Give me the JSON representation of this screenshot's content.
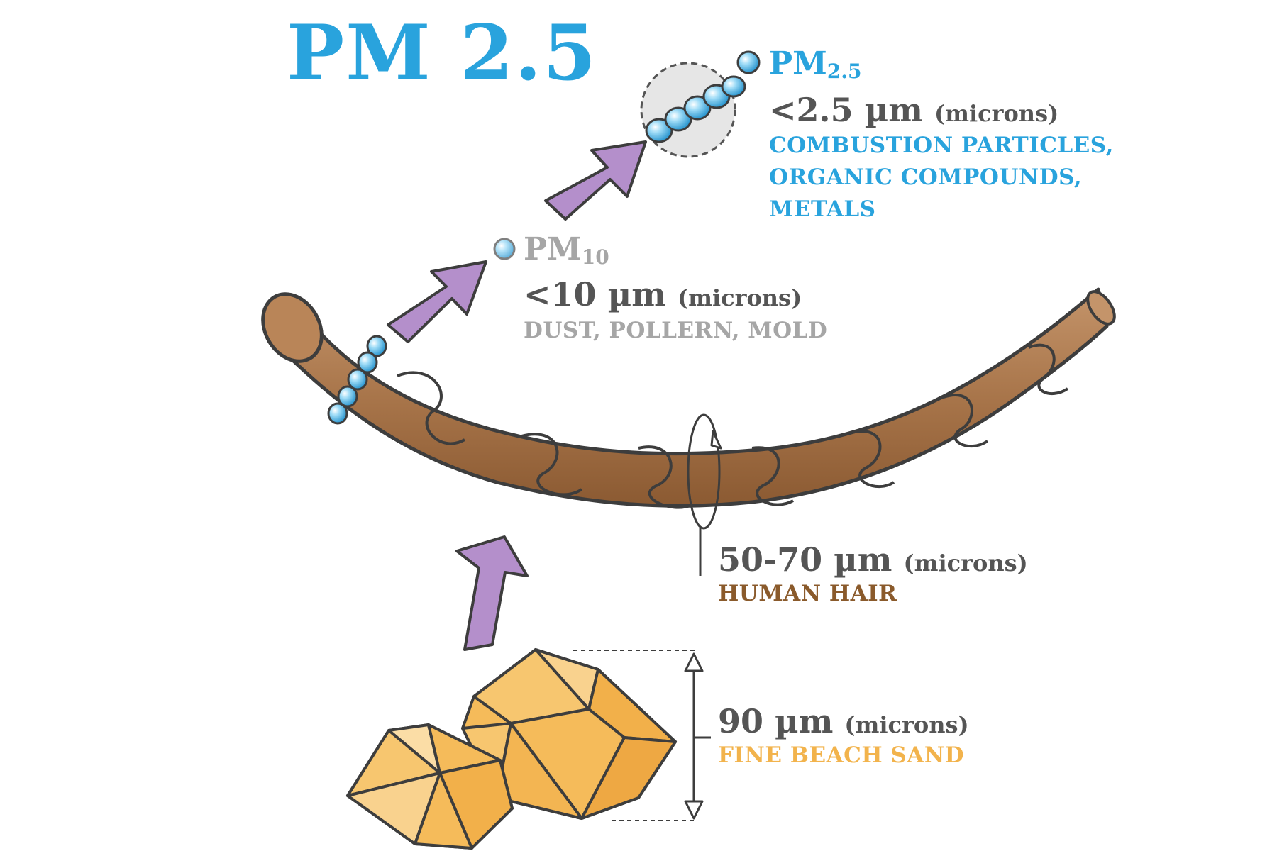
{
  "title": "PM 2.5",
  "pm25": {
    "name": "PM",
    "sub": "2.5",
    "size": "<2.5 µm",
    "unit": "(microns)",
    "desc": [
      "COMBUSTION PARTICLES,",
      "ORGANIC COMPOUNDS,",
      "METALS"
    ]
  },
  "pm10": {
    "name": "PM",
    "sub": "10",
    "size": "<10 µm",
    "unit": "(microns)",
    "desc": [
      "DUST, POLLERN, MOLD"
    ]
  },
  "hair": {
    "size": "50-70 µm",
    "unit": "(microns)",
    "desc": [
      "HUMAN HAIR"
    ]
  },
  "sand": {
    "size": "90 µm",
    "unit": "(microns)",
    "desc": [
      "FINE BEACH SAND"
    ]
  },
  "colors": {
    "accent_blue": "#29a3dd",
    "arrow_purple": "#b48fcb",
    "hair_brown": "#a8754a",
    "sand_yellow": "#f5bb5a",
    "text_grey": "#555555",
    "label_grey": "#a6a6a6"
  }
}
